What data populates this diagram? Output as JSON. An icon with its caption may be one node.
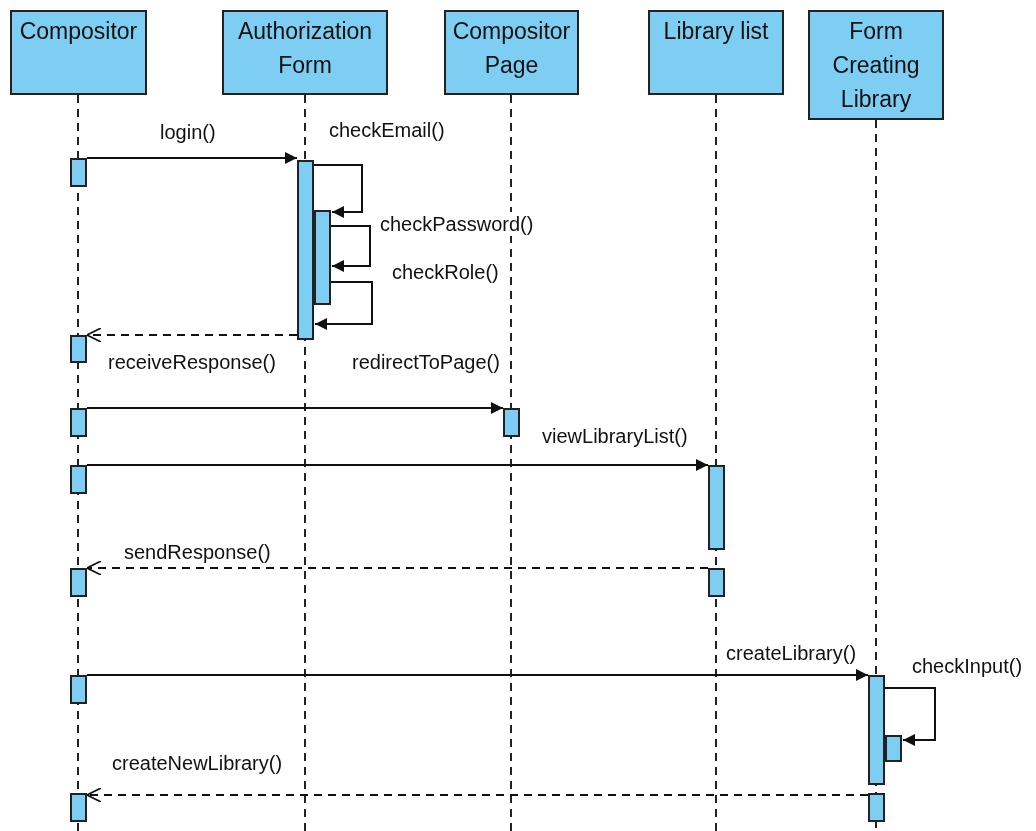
{
  "diagram": {
    "nodes": [
      {
        "text": [
          "Compositor"
        ]
      },
      {
        "text": [
          "Authorization Form"
        ]
      },
      {
        "text": [
          "Compositor Page"
        ]
      },
      {
        "text": [
          "Library list"
        ]
      },
      {
        "text": [
          "Form Creating Library"
        ]
      },
      {
        "text": [],
        "shape": "bar"
      },
      {
        "text": [],
        "shape": "bar"
      },
      {
        "text": [],
        "shape": "bar"
      },
      {
        "text": [],
        "shape": "bar"
      },
      {
        "text": [],
        "shape": "bar"
      },
      {
        "text": [],
        "shape": "bar"
      },
      {
        "text": [],
        "shape": "bar"
      },
      {
        "text": [],
        "shape": "bar"
      },
      {
        "text": [],
        "shape": "bar"
      },
      {
        "text": [],
        "shape": "bar"
      },
      {
        "text": [],
        "shape": "bar"
      },
      {
        "text": [],
        "shape": "bar"
      },
      {
        "text": [],
        "shape": "bar"
      },
      {
        "text": [],
        "shape": "bar"
      },
      {
        "text": [],
        "shape": "bar"
      }
    ],
    "edges": [
      {
        "from": 5,
        "to": 6,
        "arrow": "to",
        "label": "login()"
      },
      {
        "from": 6,
        "to": 7,
        "arrow": "to",
        "label": "checkEmail()"
      },
      {
        "from": 7,
        "to": 7,
        "arrow": "to",
        "label": "checkPassword()"
      },
      {
        "from": 7,
        "to": 6,
        "arrow": "to",
        "label": "checkRole()"
      },
      {
        "from": 6,
        "to": 8,
        "arrow": "to",
        "label": "receiveResponse()",
        "style": "dashed"
      },
      {
        "from": 9,
        "to": 10,
        "arrow": "to",
        "label": "redirectToPage()"
      },
      {
        "from": 11,
        "to": 12,
        "arrow": "to",
        "label": "viewLibraryList()"
      },
      {
        "from": 13,
        "to": 14,
        "arrow": "to",
        "label": "sendResponse()",
        "style": "dashed"
      },
      {
        "from": 15,
        "to": 16,
        "arrow": "to",
        "label": "createLibrary()"
      },
      {
        "from": 16,
        "to": 17,
        "arrow": "to",
        "label": "checkInput()"
      },
      {
        "from": 18,
        "to": 19,
        "arrow": "to",
        "label": "createNewLibrary()",
        "style": "dashed"
      }
    ]
  }
}
